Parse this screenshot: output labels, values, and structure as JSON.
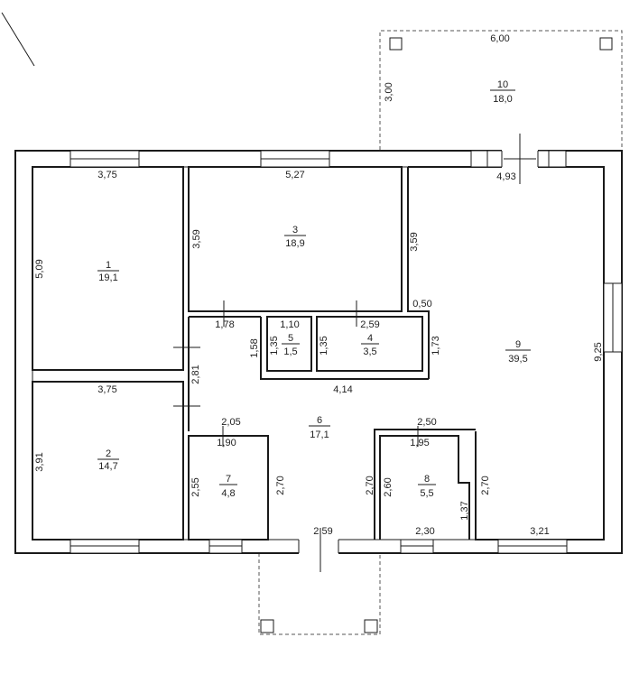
{
  "rooms": [
    {
      "number": "1",
      "area": "19,1"
    },
    {
      "number": "2",
      "area": "14,7"
    },
    {
      "number": "3",
      "area": "18,9"
    },
    {
      "number": "4",
      "area": "3,5"
    },
    {
      "number": "5",
      "area": "1,5"
    },
    {
      "number": "6",
      "area": "17,1"
    },
    {
      "number": "7",
      "area": "4,8"
    },
    {
      "number": "8",
      "area": "5,5"
    },
    {
      "number": "9",
      "area": "39,5"
    },
    {
      "number": "10",
      "area": "18,0"
    }
  ],
  "dimensions": [
    "6,00",
    "3,00",
    "3,75",
    "5,27",
    "4,93",
    "5,09",
    "3,59",
    "3,59",
    "0,50",
    "1,78",
    "1,10",
    "2,59",
    "1,58",
    "1,35",
    "1,35",
    "1,73",
    "9,25",
    "2,81",
    "4,14",
    "3,75",
    "2,05",
    "1,90",
    "2,50",
    "1,95",
    "3,91",
    "2,55",
    "2,70",
    "2,70",
    "2,60",
    "2,70",
    "1,37",
    "2,59",
    "2,30",
    "3,21"
  ]
}
